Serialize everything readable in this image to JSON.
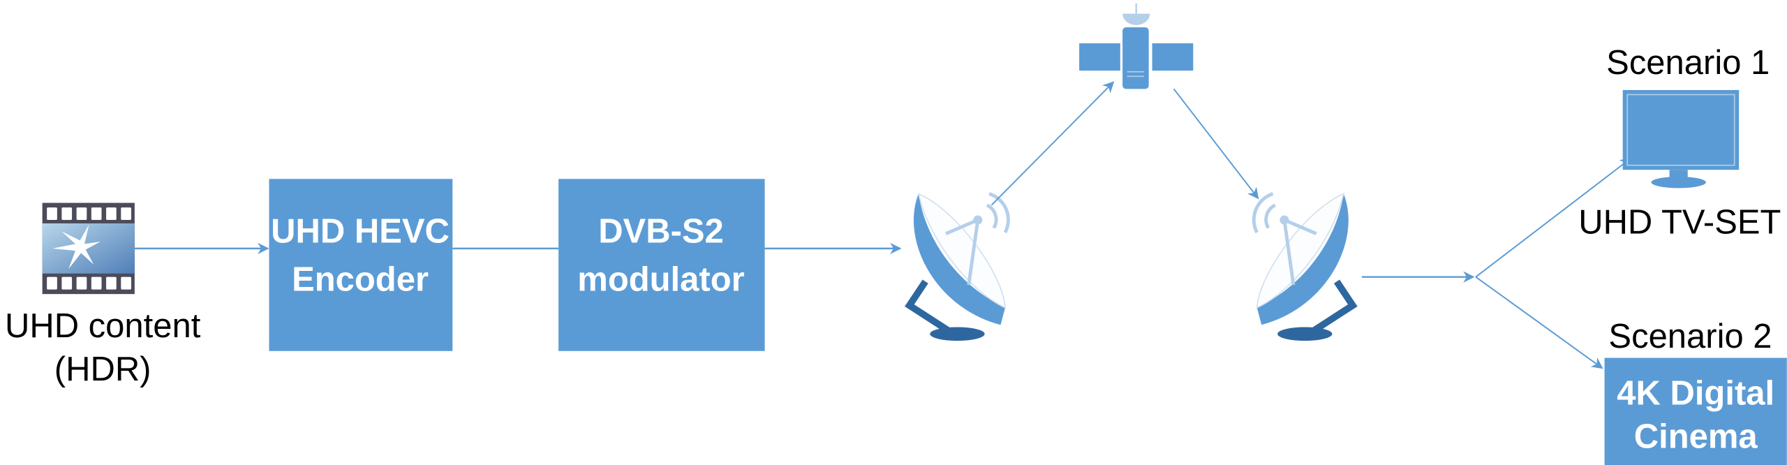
{
  "source": {
    "label_line1": "UHD content",
    "label_line2": "(HDR)",
    "icon": "film-strip-icon"
  },
  "encoder": {
    "line1": "UHD HEVC",
    "line2": "Encoder"
  },
  "modulator": {
    "line1": "DVB-S2",
    "line2": "modulator"
  },
  "uplink": {
    "icon": "satellite-dish-icon"
  },
  "satellite": {
    "icon": "satellite-icon"
  },
  "downlink": {
    "icon": "satellite-dish-icon"
  },
  "scenario1": {
    "title": "Scenario 1",
    "device_label": "UHD TV-SET",
    "icon": "tv-monitor-icon"
  },
  "scenario2": {
    "title": "Scenario 2",
    "line1": "4K Digital",
    "line2": "Cinema"
  },
  "colors": {
    "accent": "#5b9bd5",
    "dark": "#2e67a0",
    "light": "#b4cfea"
  }
}
